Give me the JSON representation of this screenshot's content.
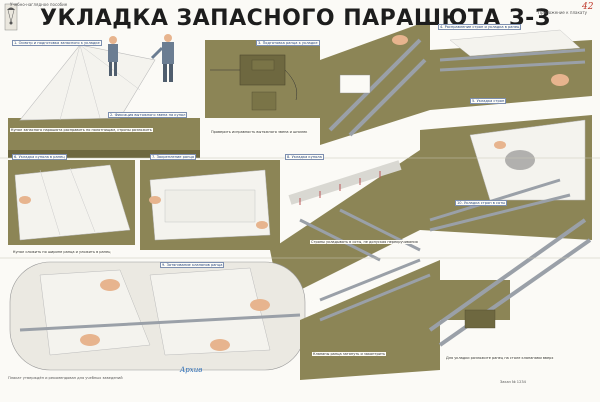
{
  "poster": {
    "title": "УКЛАДКА ЗАПАСНОГО ПАРАШЮТА З-З",
    "top_meta": "Учебно-наглядное пособие",
    "top_right_label": "Приложение к плакату",
    "page_number": "42",
    "handwritten_sign": "Архив",
    "bottom_left_note": "Плакат утверждён и рекомендован для учебных заведений",
    "bottom_right_note": "Заказ № 1234"
  },
  "steps": [
    {
      "id": "s1",
      "label": "1. Осмотр и подготовка запасного к укладке"
    },
    {
      "id": "s2",
      "label": "2. Фиксация вытяжного звена на купол"
    },
    {
      "id": "s3",
      "label": "3. Подготовка ранца к укладке"
    },
    {
      "id": "s4",
      "label": "4. Расправление строп и укладка в ранец"
    },
    {
      "id": "s5",
      "label": "5. Укладка строп"
    },
    {
      "id": "s6",
      "label": "6. Укладка купола в ранец"
    },
    {
      "id": "s7",
      "label": "7. Закрепление ранца"
    },
    {
      "id": "s8",
      "label": "8. Укладка купола"
    },
    {
      "id": "s9",
      "label": "9. Затягивание клапанов ранца"
    },
    {
      "id": "s10",
      "label": "10. Укладка строп в соты"
    }
  ],
  "captions": [
    "Купол запасного парашюта расправить по полотнищам, стропы разложить",
    "Проверить исправность вытяжного звена и шпилек",
    "Стропы укладывать в соты, не допуская перекручивания",
    "Купол сложить по ширине ранца и уложить в ранец",
    "Клапаны ранца затянуть и законтрить",
    "Для укладки разложите ранец на столе клапанами вверх"
  ],
  "colors": {
    "background": "#fbfaf6",
    "table_olive": "#8c8556",
    "table_dark": "#6e6840",
    "canopy": "#f4f3ee",
    "strap": "#9aa0a8",
    "skin": "#e7b48e",
    "frame": "#b5b29a"
  }
}
